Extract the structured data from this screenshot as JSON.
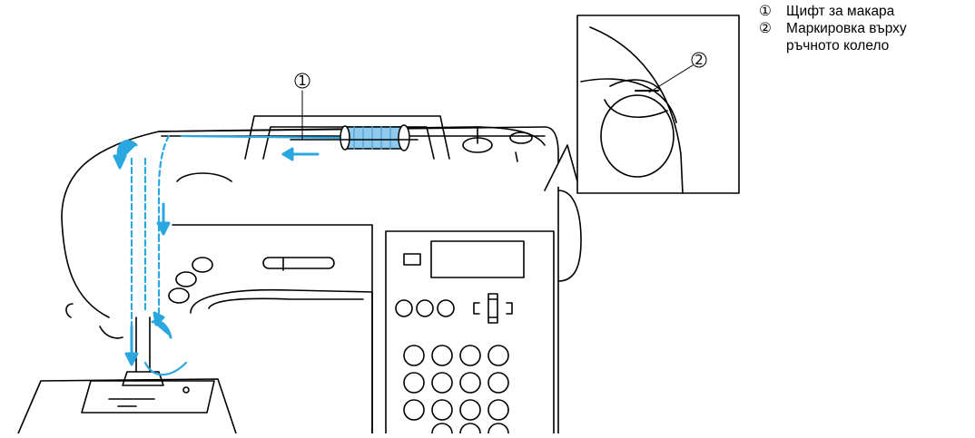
{
  "callouts": [
    {
      "number": "①",
      "label": "Щифт за макара"
    },
    {
      "number": "②",
      "label": "Маркировка върху\nръчното колело"
    }
  ],
  "colors": {
    "thread": "#2aa7df",
    "spool_fill": "#8ec9ee",
    "outline": "#000000",
    "background": "#ffffff"
  }
}
